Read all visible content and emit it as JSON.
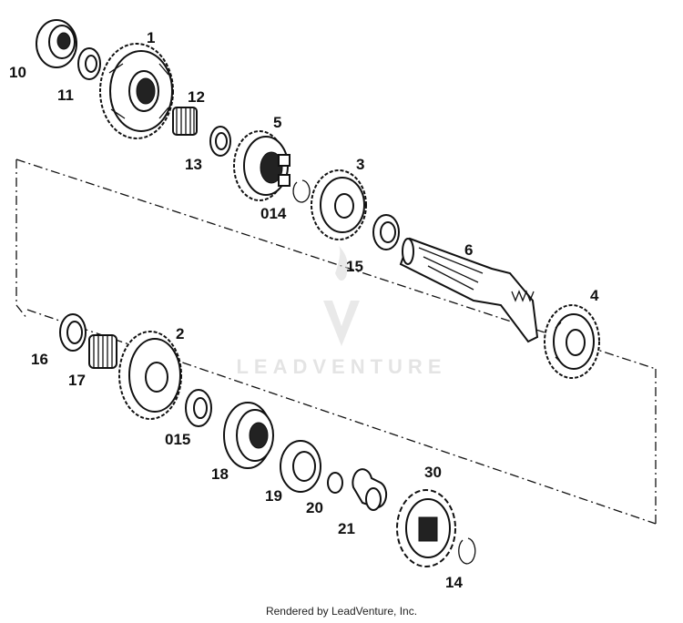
{
  "watermark": {
    "text": "LEADVENTURE"
  },
  "footer": {
    "text": "Rendered by LeadVenture, Inc."
  },
  "callouts": {
    "p1": "1",
    "p2": "2",
    "p3": "3",
    "p4": "4",
    "p5": "5",
    "p6": "6",
    "p10": "10",
    "p11": "11",
    "p12": "12",
    "p13": "13",
    "p14": "14",
    "p15": "15",
    "p16": "16",
    "p17": "17",
    "p18": "18",
    "p19": "19",
    "p20": "20",
    "p21": "21",
    "p30": "30",
    "p014": "014",
    "p015": "015"
  }
}
